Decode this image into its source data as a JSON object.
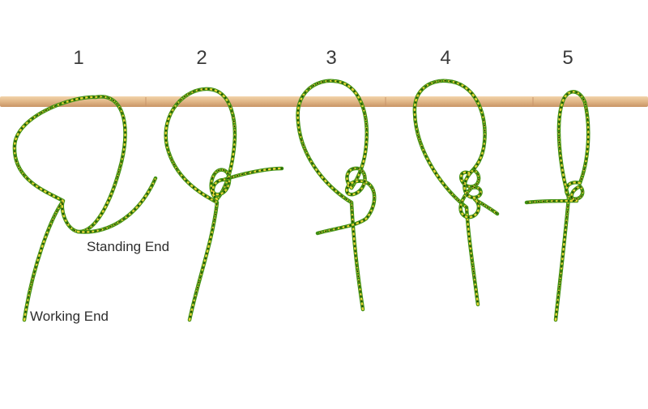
{
  "steps": [
    {
      "number": "1"
    },
    {
      "number": "2"
    },
    {
      "number": "3"
    },
    {
      "number": "4"
    },
    {
      "number": "5"
    }
  ],
  "labels": {
    "standing_end": "Standing End",
    "working_end": "Working End"
  },
  "colors": {
    "rope_green": "#3f8f12",
    "rope_fleck": "#e8d43a",
    "pole": "#e2b98a",
    "text": "#2e2e2e"
  }
}
